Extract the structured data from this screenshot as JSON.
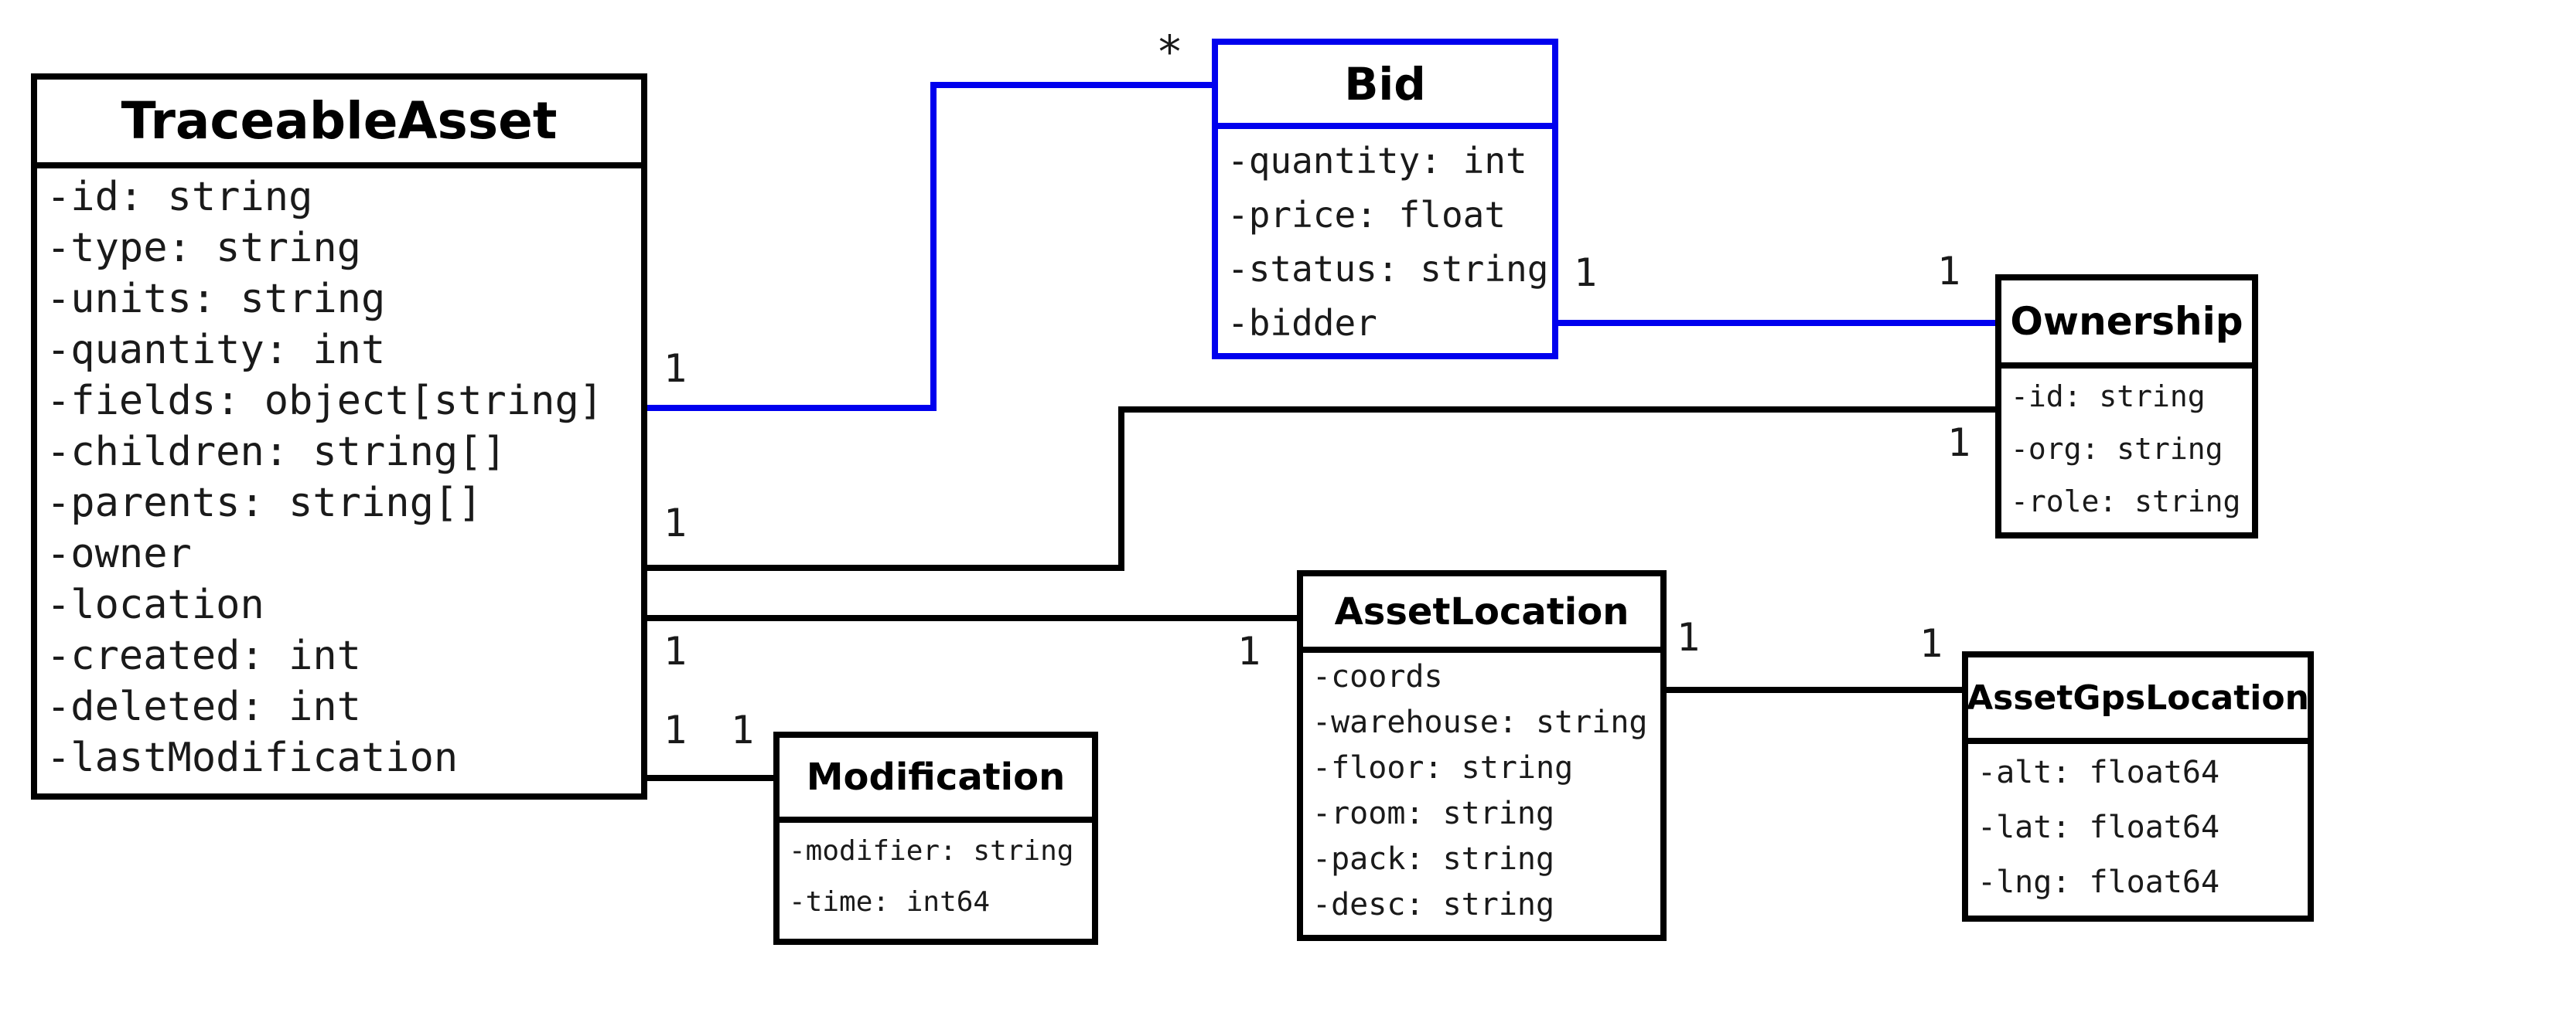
{
  "diagram": {
    "kind": "uml-class-diagram",
    "background_color": "#ffffff",
    "colors": {
      "default_line": "#000000",
      "highlight_line": "#0000ee"
    },
    "classes": [
      {
        "name": "TraceableAsset",
        "border_color": "black",
        "attributes": [
          "-id: string",
          "-type: string",
          "-units: string",
          "-quantity: int",
          "-fields: object[string]",
          "-children: string[]",
          "-parents: string[]",
          "-owner",
          "-location",
          "-created: int",
          "-deleted: int",
          "-lastModification"
        ]
      },
      {
        "name": "Bid",
        "border_color": "blue",
        "attributes": [
          "-quantity: int",
          "-price: float",
          "-status: string",
          "-bidder"
        ]
      },
      {
        "name": "Ownership",
        "border_color": "black",
        "attributes": [
          "-id: string",
          "-org: string",
          "-role: string"
        ]
      },
      {
        "name": "AssetLocation",
        "border_color": "black",
        "attributes": [
          "-coords",
          "-warehouse: string",
          "-floor: string",
          "-room: string",
          "-pack: string",
          "-desc: string"
        ]
      },
      {
        "name": "AssetGpsLocation",
        "border_color": "black",
        "attributes": [
          "-alt: float64",
          "-lat: float64",
          "-lng: float64"
        ]
      },
      {
        "name": "Modification",
        "border_color": "black",
        "attributes": [
          "-modifier: string",
          "-time: int64"
        ]
      }
    ],
    "associations": [
      {
        "from": "TraceableAsset",
        "from_attribute": "fields",
        "to": "Bid",
        "from_multiplicity": "1",
        "to_multiplicity": "*",
        "color": "blue"
      },
      {
        "from": "Bid",
        "to": "Ownership",
        "from_multiplicity": "1",
        "to_multiplicity": "1",
        "color": "blue"
      },
      {
        "from": "TraceableAsset",
        "from_attribute": "owner",
        "to": "Ownership",
        "from_multiplicity": "1",
        "to_multiplicity": "1",
        "color": "black"
      },
      {
        "from": "TraceableAsset",
        "from_attribute": "location",
        "to": "AssetLocation",
        "from_multiplicity": "1",
        "to_multiplicity": "1",
        "color": "black"
      },
      {
        "from": "TraceableAsset",
        "from_attribute": "lastModification",
        "to": "Modification",
        "from_multiplicity": "1",
        "to_multiplicity": "1",
        "color": "black"
      },
      {
        "from": "AssetLocation",
        "from_attribute": "coords",
        "to": "AssetGpsLocation",
        "from_multiplicity": "1",
        "to_multiplicity": "1",
        "color": "black"
      }
    ]
  }
}
